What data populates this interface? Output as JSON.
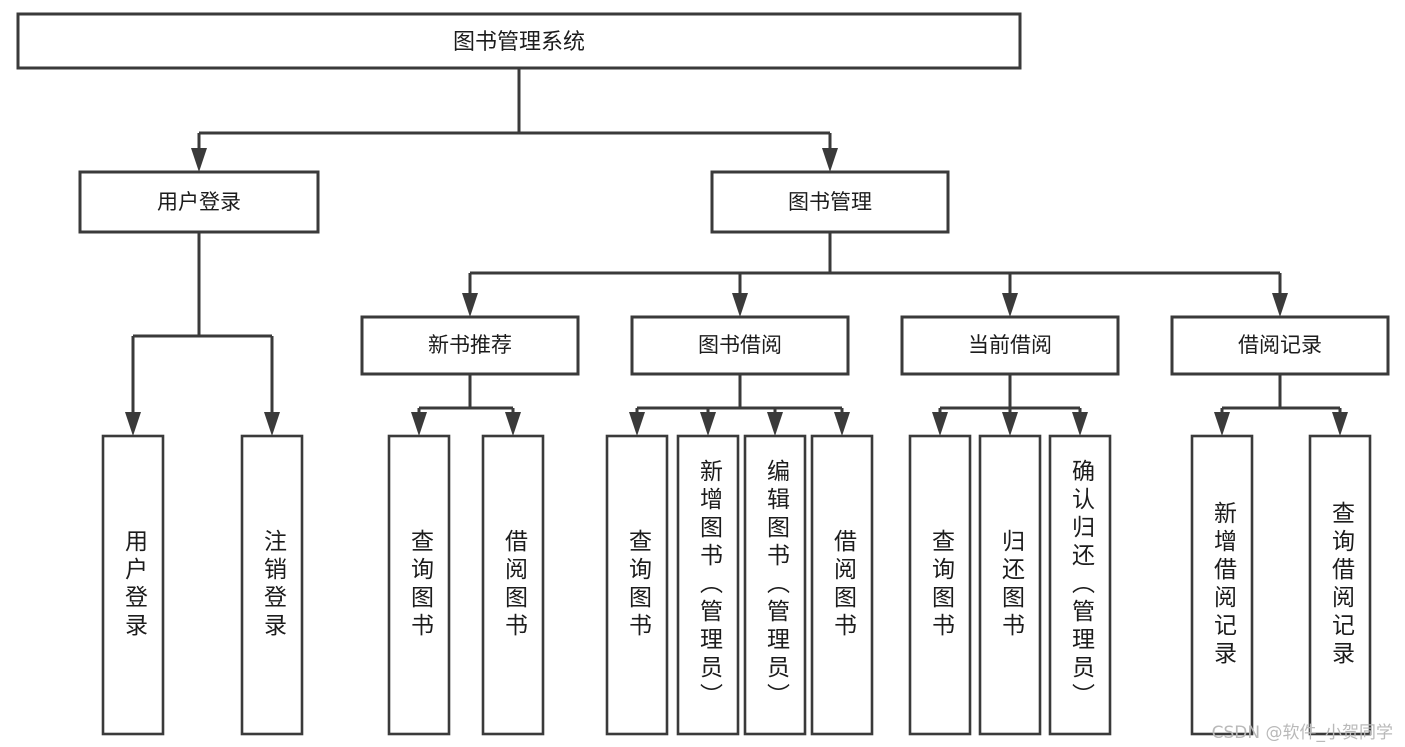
{
  "diagram": {
    "title": "图书管理系统",
    "type": "tree",
    "orientation": "top-down",
    "watermark": "CSDN @软件_小贺同学",
    "colors": {
      "box_fill": "#ffffff",
      "box_stroke": "#3a3a3a",
      "text": "#1c1c1c",
      "background": "#ffffff",
      "watermark": "#b9b9b9"
    },
    "root": {
      "label": "图书管理系统"
    },
    "level2": [
      {
        "label": "用户登录"
      },
      {
        "label": "图书管理"
      }
    ],
    "level3": [
      {
        "label": "新书推荐"
      },
      {
        "label": "图书借阅"
      },
      {
        "label": "当前借阅"
      },
      {
        "label": "借阅记录"
      }
    ],
    "leaves": {
      "user_login": [
        {
          "label": "用户登录"
        },
        {
          "label": "注销登录"
        }
      ],
      "new_book_recommend": [
        {
          "label": "查询图书"
        },
        {
          "label": "借阅图书"
        }
      ],
      "book_borrow": [
        {
          "label": "查询图书"
        },
        {
          "label": "新增图书（管理员）"
        },
        {
          "label": "编辑图书（管理员）"
        },
        {
          "label": "借阅图书"
        }
      ],
      "current_borrow": [
        {
          "label": "查询图书"
        },
        {
          "label": "归还图书"
        },
        {
          "label": "确认归还（管理员）"
        }
      ],
      "borrow_record": [
        {
          "label": "新增借阅记录"
        },
        {
          "label": "查询借阅记录"
        }
      ]
    }
  },
  "chart_data": {
    "type": "table",
    "title": "图书管理系统",
    "nodes": [
      {
        "id": "root",
        "label": "图书管理系统",
        "level": 1,
        "parent": null
      },
      {
        "id": "n-user-login",
        "label": "用户登录",
        "level": 2,
        "parent": "root"
      },
      {
        "id": "n-book-mgmt",
        "label": "图书管理",
        "level": 2,
        "parent": "root"
      },
      {
        "id": "n-new-book",
        "label": "新书推荐",
        "level": 3,
        "parent": "n-book-mgmt"
      },
      {
        "id": "n-book-borrow",
        "label": "图书借阅",
        "level": 3,
        "parent": "n-book-mgmt"
      },
      {
        "id": "n-current-borrow",
        "label": "当前借阅",
        "level": 3,
        "parent": "n-book-mgmt"
      },
      {
        "id": "n-borrow-record",
        "label": "借阅记录",
        "level": 3,
        "parent": "n-book-mgmt"
      },
      {
        "id": "l-user-login",
        "label": "用户登录",
        "level": 4,
        "parent": "n-user-login"
      },
      {
        "id": "l-logout",
        "label": "注销登录",
        "level": 4,
        "parent": "n-user-login"
      },
      {
        "id": "l-query-book-1",
        "label": "查询图书",
        "level": 4,
        "parent": "n-new-book"
      },
      {
        "id": "l-borrow-book-1",
        "label": "借阅图书",
        "level": 4,
        "parent": "n-new-book"
      },
      {
        "id": "l-query-book-2",
        "label": "查询图书",
        "level": 4,
        "parent": "n-book-borrow"
      },
      {
        "id": "l-add-book",
        "label": "新增图书（管理员）",
        "level": 4,
        "parent": "n-book-borrow"
      },
      {
        "id": "l-edit-book",
        "label": "编辑图书（管理员）",
        "level": 4,
        "parent": "n-book-borrow"
      },
      {
        "id": "l-borrow-book-2",
        "label": "借阅图书",
        "level": 4,
        "parent": "n-book-borrow"
      },
      {
        "id": "l-query-book-3",
        "label": "查询图书",
        "level": 4,
        "parent": "n-current-borrow"
      },
      {
        "id": "l-return-book",
        "label": "归还图书",
        "level": 4,
        "parent": "n-current-borrow"
      },
      {
        "id": "l-confirm-return",
        "label": "确认归还（管理员）",
        "level": 4,
        "parent": "n-current-borrow"
      },
      {
        "id": "l-add-record",
        "label": "新增借阅记录",
        "level": 4,
        "parent": "n-borrow-record"
      },
      {
        "id": "l-query-record",
        "label": "查询借阅记录",
        "level": 4,
        "parent": "n-borrow-record"
      }
    ]
  }
}
